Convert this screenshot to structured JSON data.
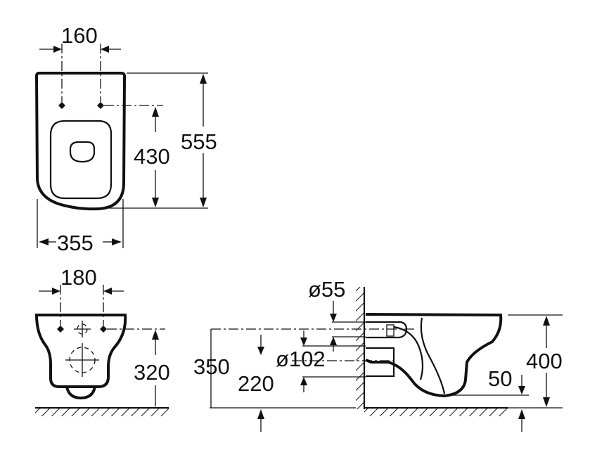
{
  "dimensions": {
    "top_view": {
      "hole_spacing": "160",
      "hole_to_front": "430",
      "total_length": "555",
      "width": "355"
    },
    "front_view": {
      "hole_spacing": "180",
      "hole_height": "320"
    },
    "side_view": {
      "inlet_diameter": "ø55",
      "outlet_diameter": "ø102",
      "inlet_height": "350",
      "outlet_height": "220",
      "rim_height": "400",
      "outlet_drop": "50"
    }
  }
}
